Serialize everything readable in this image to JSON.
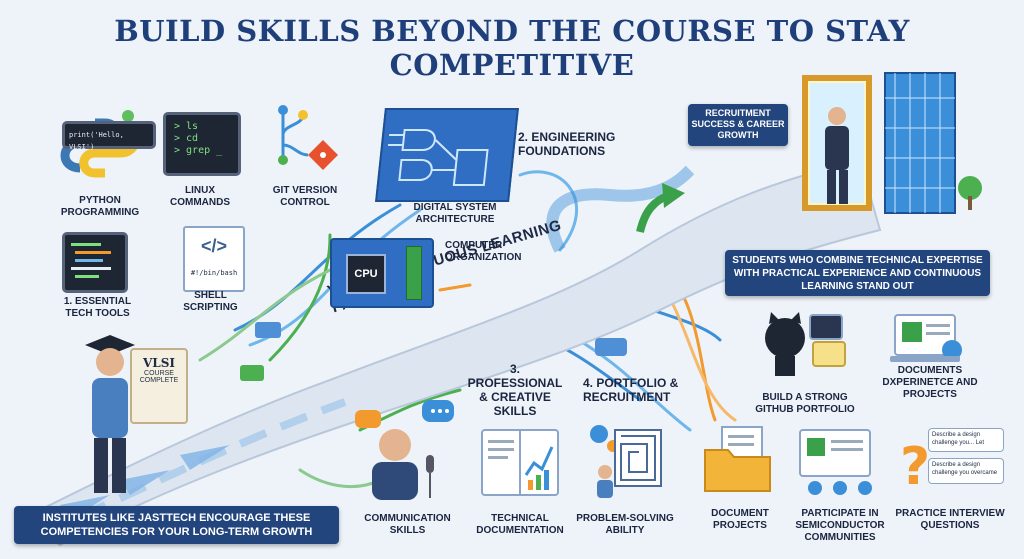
{
  "title": "BUILD SKILLS BEYOND THE COURSE TO STAY COMPETITIVE",
  "path_label": "YOUR CONTINUOUS LEARNING PATH",
  "sections": {
    "s1": "1. ESSENTIAL TECH TOOLS",
    "s2": "2. ENGINEERING FOUNDATIONS",
    "s3": "3. PROFESSIONAL & CREATIVE SKILLS",
    "s4": "4. PORTFOLIO & RECRUITMENT"
  },
  "tools": {
    "python": "PYTHON PROGRAMMING",
    "python_code": "print('Hello, VLSI')",
    "linux": "LINUX COMMANDS",
    "linux_lines": [
      "> ls",
      "> cd",
      "> grep _"
    ],
    "git": "GIT VERSION CONTROL",
    "shell": "SHELL SCRIPTING",
    "shell_code": "#!/bin/bash"
  },
  "foundations": {
    "digital": "DIGITAL SYSTEM ARCHITECTURE",
    "computer": "COMPUTER ORGANIZATION",
    "cpu": "CPU"
  },
  "professional": {
    "communication": "COMMUNICATION SKILLS",
    "documentation": "TECHNICAL DOCUMENTATION",
    "problem": "PROBLEM-SOLVING ABILITY"
  },
  "portfolio": {
    "github": "BUILD A STRONG GITHUB PORTFOLIO",
    "documents": "DOCUMENTS DXPERINETCE AND PROJECTS",
    "doc_projects": "DOCUMENT PROJECTS",
    "communities": "PARTICIPATE IN SEMICONDUCTOR COMMUNITIES",
    "interview": "PRACTICE INTERVIEW QUESTIONS",
    "bubble1": "Describe a design challenge you... Let",
    "bubble2": "Describe a design challenge you overcame"
  },
  "recruitment": "RECRUITMENT SUCCESS & CAREER GROWTH",
  "students_banner": "STUDENTS WHO COMBINE TECHNICAL EXPERTISE WITH PRACTICAL EXPERIENCE AND CONTINUOUS LEARNING STAND OUT",
  "institutes_banner": "INSTITUTES LIKE JASTTECH ENCOURAGE THESE COMPETENCIES FOR YOUR LONG-TERM GROWTH",
  "certificate": {
    "line1": "VLSI",
    "line2": "COURSE",
    "line3": "COMPLETE"
  },
  "colors": {
    "title": "#1f3f7a",
    "banner": "#23457e",
    "path": "#dde6f0",
    "accent_blue": "#3b8fd8",
    "accent_green": "#4caf50",
    "accent_orange": "#f29a2e"
  }
}
